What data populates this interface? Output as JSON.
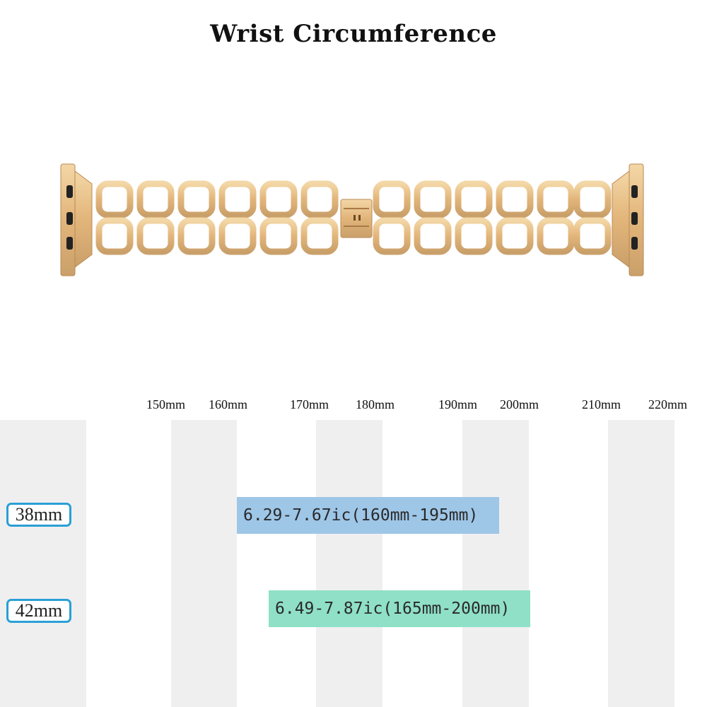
{
  "title": "Wrist Circumference",
  "product": {
    "image_icon": "gold-link-watch-band"
  },
  "scale": {
    "ticks": [
      "150mm",
      "160mm",
      "170mm",
      "180mm",
      "190mm",
      "200mm",
      "210mm",
      "220mm"
    ]
  },
  "sizes": [
    {
      "label": "38mm",
      "range": "6.29-7.67ic(160mm-195mm)",
      "min_mm": 160,
      "max_mm": 195,
      "color": "#9ec6e7"
    },
    {
      "label": "42mm",
      "range": "6.49-7.87ic(165mm-200mm)",
      "min_mm": 165,
      "max_mm": 200,
      "color": "#8fe0c6"
    }
  ],
  "colors": {
    "badge_border": "#2a9fd6",
    "stripe": "#efeff0",
    "band_gold": "#e7bd84"
  }
}
